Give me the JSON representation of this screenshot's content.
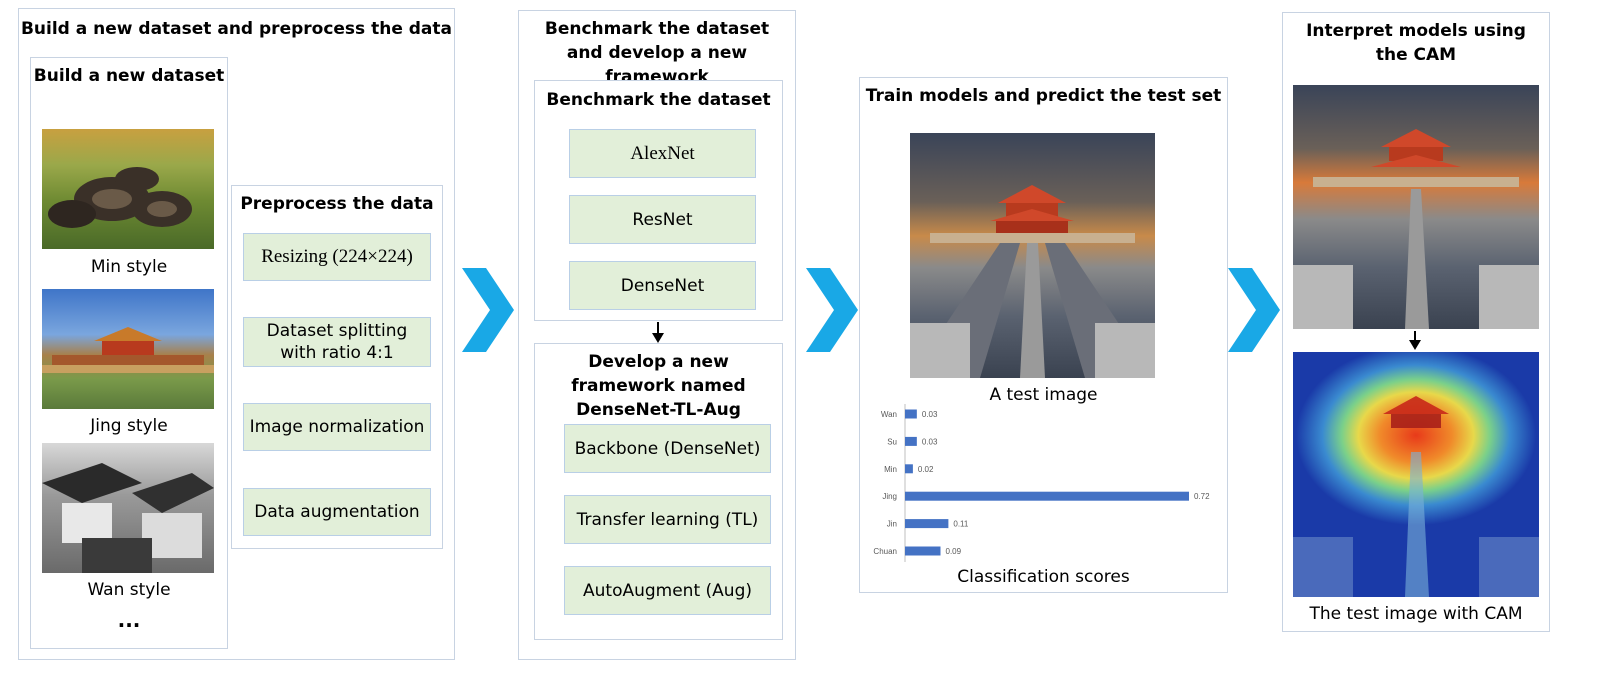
{
  "panel1": {
    "title": "Build a new dataset and preprocess the data",
    "dataset": {
      "title": "Build a new dataset",
      "captions": [
        "Min style",
        "Jing style",
        "Wan style"
      ],
      "more": "..."
    },
    "preprocess": {
      "title": "Preprocess the data",
      "steps": [
        "Resizing (224×224)",
        "Dataset splitting with ratio 4:1",
        "Image normalization",
        "Data augmentation"
      ]
    }
  },
  "panel2": {
    "title": "Benchmark the dataset and develop a new framework",
    "benchmark": {
      "title": "Benchmark the dataset",
      "models": [
        "AlexNet",
        "ResNet",
        "DenseNet"
      ]
    },
    "framework": {
      "title": "Develop a new framework named DenseNet-TL-Aug",
      "parts": [
        "Backbone (DenseNet)",
        "Transfer learning (TL)",
        "AutoAugment (Aug)"
      ]
    }
  },
  "panel3": {
    "title": "Train models and predict the test set",
    "image_caption": "A test image",
    "chart_caption": "Classification scores"
  },
  "panel4": {
    "title": "Interpret models using the CAM",
    "caption": "The test image with CAM"
  },
  "colors": {
    "chevron": "#19a8e6",
    "bar": "#4472c4",
    "green_box": "#e2efd9"
  },
  "chart_data": {
    "type": "bar",
    "orientation": "horizontal",
    "categories": [
      "Wan",
      "Su",
      "Min",
      "Jing",
      "Jin",
      "Chuan"
    ],
    "values": [
      0.03,
      0.03,
      0.02,
      0.72,
      0.11,
      0.09
    ],
    "value_labels": [
      "0.03",
      "0.03",
      "0.02",
      "0.72",
      "0.11",
      "0.09"
    ],
    "xlim": [
      0,
      0.72
    ]
  }
}
